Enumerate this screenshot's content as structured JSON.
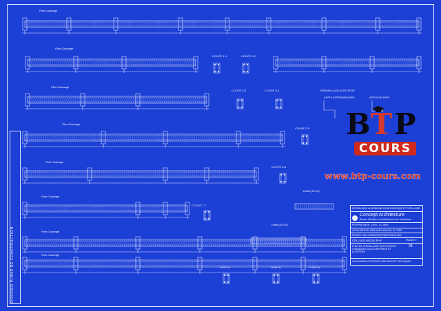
{
  "drawing": {
    "background_color": "#1c3fd6",
    "line_color": "#dfe6ff",
    "sidebar_text": "DOSSIER PLANS DE CONSTRUCTION"
  },
  "labels": {
    "beam_row_1": "Plan Chainage",
    "beam_row_2": "Plan Chainage",
    "beam_row_3": "Plan Chainage",
    "beam_row_4": "Plan Chainage",
    "beam_row_5": "Plan Chainage",
    "beam_row_6": "Plan Chainage",
    "beam_row_7": "Plan Chainage",
    "beam_row_8": "Plan Chainage",
    "section_11": "COUPE 1-1",
    "section_22": "COUPE 2-2",
    "section_33": "COUPE 3-3",
    "section_44": "COUPE 4-4",
    "section_55": "COUPE 5-5",
    "section_66": "COUPE 6-6",
    "section_77": "COUPE 7-7",
    "ferraillage": "FERRAILLAGE ACROTERE",
    "appui": "APPUI INTERMEDIAIRE",
    "appui_rive": "APPUI DE RIVE",
    "poteau_1": "TYPE 01",
    "poteau_2": "TYPE 02",
    "poteau_3": "TYPE 03",
    "detail_1": "Detail (D=15)",
    "detail_2": "Detail (D=10)"
  },
  "title_block": {
    "country": "REPUBLIQUE ALGERIENNE DEMOCRATIQUE ET POPULAIRE",
    "firm": "Concept Architecture",
    "firm_sub": "Bureau d'Etudes en Architecture et en Urbanisme",
    "owner": "PROPRIETAIRE : OPGI - EL TARF",
    "location": "LOCALISATION: BEN MHIDI WILAYA: EL TARF",
    "project": "PROJET: 260 LOGEMENTS PART BEN M'HIDI",
    "cell": "CELLULE ANGLE R+4",
    "plan_title": "PLAN DE FERRAILLAGE DES POUTRES CHAINAGES DALLES REFENDS ET ACROTERE",
    "sheet_label": "Planche n°",
    "sheet_no": "08",
    "footer": "VISA BUREAU D'ETUDES   VISA SERVICE TECHNIQUE"
  },
  "watermark": {
    "logo_b": "B",
    "logo_t": "T",
    "logo_p": "P",
    "cours": "COURS",
    "url": "www.btp-cours.com",
    "red": "#cf2a1e"
  }
}
